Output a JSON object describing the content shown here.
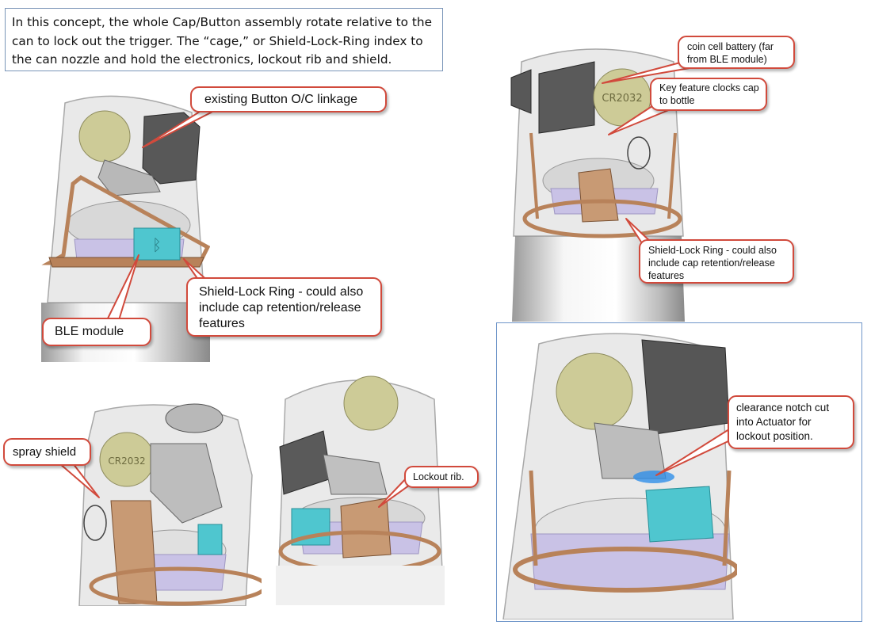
{
  "intro_text": "In this concept, the whole Cap/Button assembly rotate relative to the can to lock out the trigger.  The “cage,” or Shield-Lock-Ring index to the can nozzle and hold the electronics, lockout rib and shield.",
  "callouts": {
    "button_linkage": "existing Button O/C linkage",
    "shield_lock_ring_main": "Shield-Lock Ring - could also include cap retention/release features",
    "ble_module": "BLE module",
    "coin_cell": "coin cell battery (far from BLE module)",
    "key_feature": "Key feature clocks cap to bottle",
    "shield_lock_ring_right": "Shield-Lock Ring - could also include cap retention/release features",
    "spray_shield": "spray shield",
    "lockout_rib": "Lockout rib.",
    "clearance_notch": "clearance notch cut into Actuator for lockout position."
  },
  "battery_label": "CR2032",
  "bluetooth_symbol": "ᛒ",
  "colors": {
    "callout_border": "#d14a3c",
    "frame_border": "#6f96c9",
    "ring": "#b8825a",
    "rib": "#c89a74",
    "ble_module": "#4fc6cf",
    "battery": "#cdcb97",
    "actuator": "#585858",
    "notch": "#2f8fe8"
  }
}
